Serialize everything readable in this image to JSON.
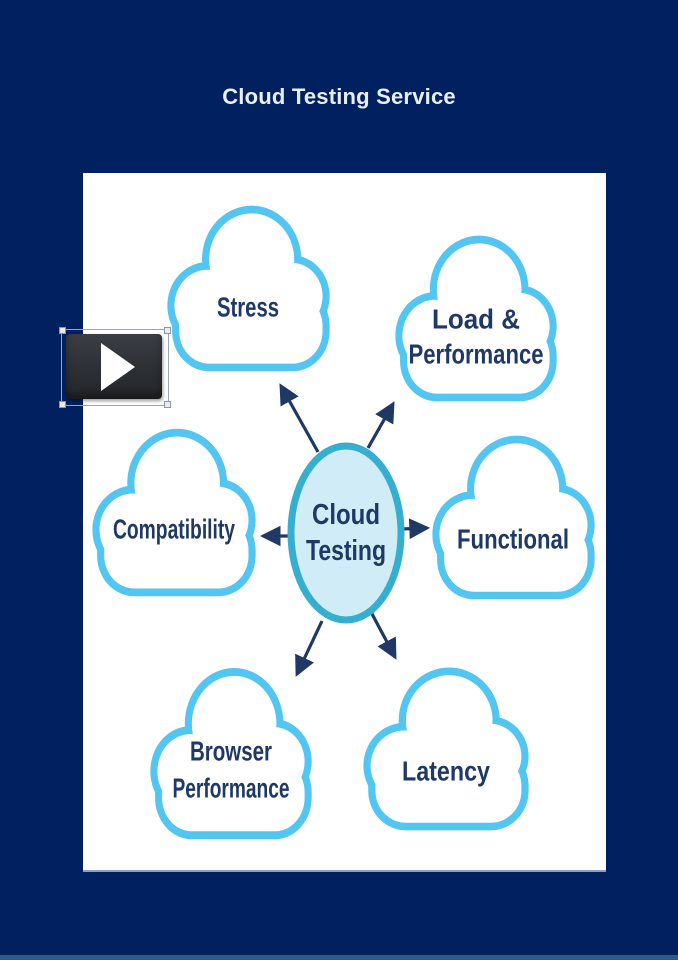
{
  "page": {
    "title": "Cloud Testing Service",
    "background_color": "#002060",
    "bottom_bar_color": "#2b5c8e"
  },
  "player": {
    "icon": "play-triangle-icon",
    "action": "play video preview"
  },
  "diagram": {
    "colors": {
      "cloud_border": "#52c6f0",
      "cloud_fill": "#ffffff",
      "center_fill": "#cfecf7",
      "center_border": "#35aed0",
      "arrow": "#1f3864",
      "label_text": "#1f3864"
    },
    "center": {
      "line1": "Cloud",
      "line2": "Testing"
    },
    "nodes": [
      {
        "id": "stress",
        "label": "Stress"
      },
      {
        "id": "load-performance",
        "label": "Load &",
        "label2": "Performance"
      },
      {
        "id": "compatibility",
        "label": "Compatibility"
      },
      {
        "id": "functional",
        "label": "Functional"
      },
      {
        "id": "browser-performance",
        "label": "Browser",
        "label2": "Performance"
      },
      {
        "id": "latency",
        "label": "Latency"
      }
    ],
    "arrows": [
      "center-to-stress",
      "center-to-load-performance",
      "center-to-compatibility",
      "center-to-functional",
      "center-to-browser-performance",
      "center-to-latency"
    ]
  }
}
